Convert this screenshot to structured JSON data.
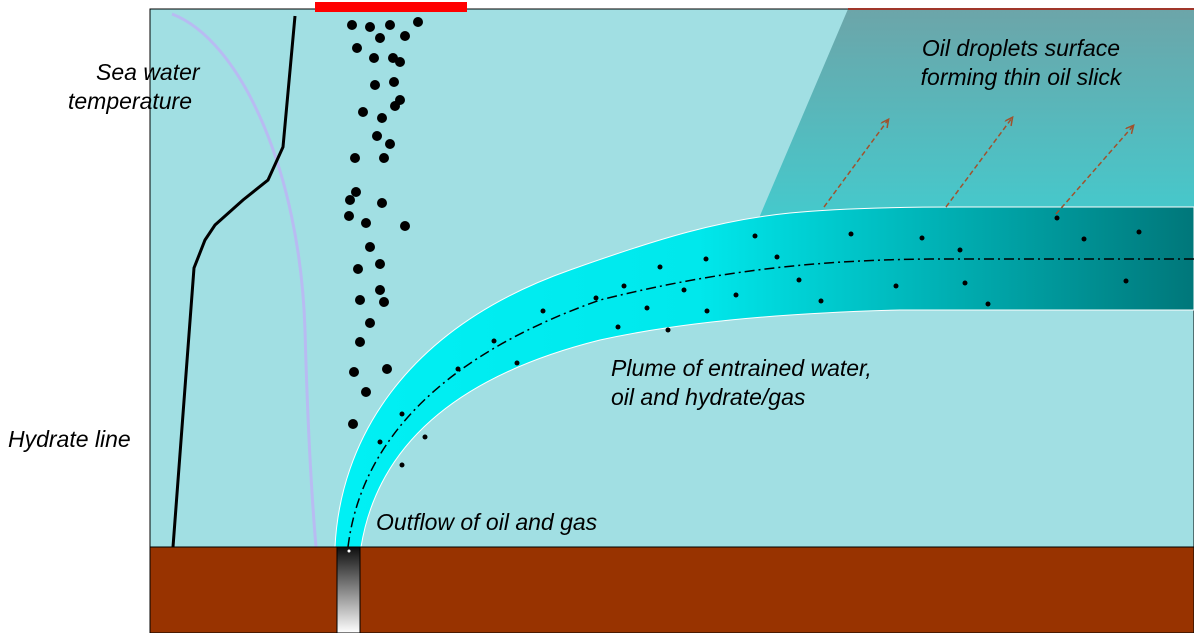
{
  "labels": {
    "sea_water_temperature": [
      "Sea water",
      "temperature"
    ],
    "hydrate_line": "Hydrate line",
    "oil_droplets_surface": [
      "Oil droplets surface",
      "forming thin oil slick"
    ],
    "plume": [
      "Plume of entrained water,",
      "oil and hydrate/gas"
    ],
    "outflow": "Outflow of oil and gas"
  },
  "colors": {
    "sea_water": "#a1dfe3",
    "seabed": "#983300",
    "plume_light": "#00f0f4",
    "plume_dark": "#00777a",
    "slick": "#5eb6bb",
    "surface_marker": "#ff0000",
    "arrow": "#a0522d",
    "temperature_curve": "#b8bbf2",
    "hydrate_line": "#000000"
  }
}
